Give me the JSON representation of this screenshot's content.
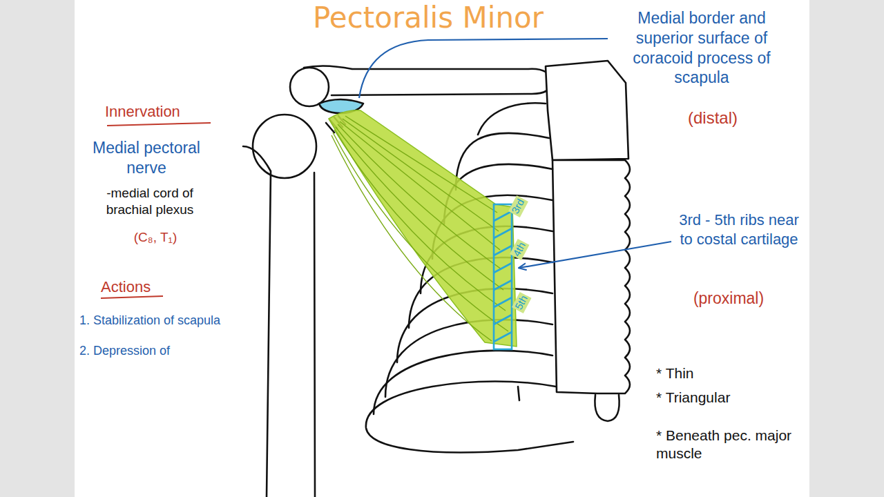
{
  "diagram": {
    "title": "Pectoralis Minor",
    "labels": [
      "Medial border and superior surface of coracoid process of scapula",
      "(distal)",
      "Innervation",
      "Medial pectoral nerve",
      "-medial cord of brachial plexus",
      "(C₈, T₁)",
      "Actions",
      "1. Stabilization of scapula",
      "2. Depression of",
      "3rd",
      "4th",
      "5th",
      "3rd - 5th ribs near to costal cartilage",
      "(proximal)",
      "* Thin",
      "* Triangular",
      "* Beneath pec. major muscle"
    ]
  }
}
